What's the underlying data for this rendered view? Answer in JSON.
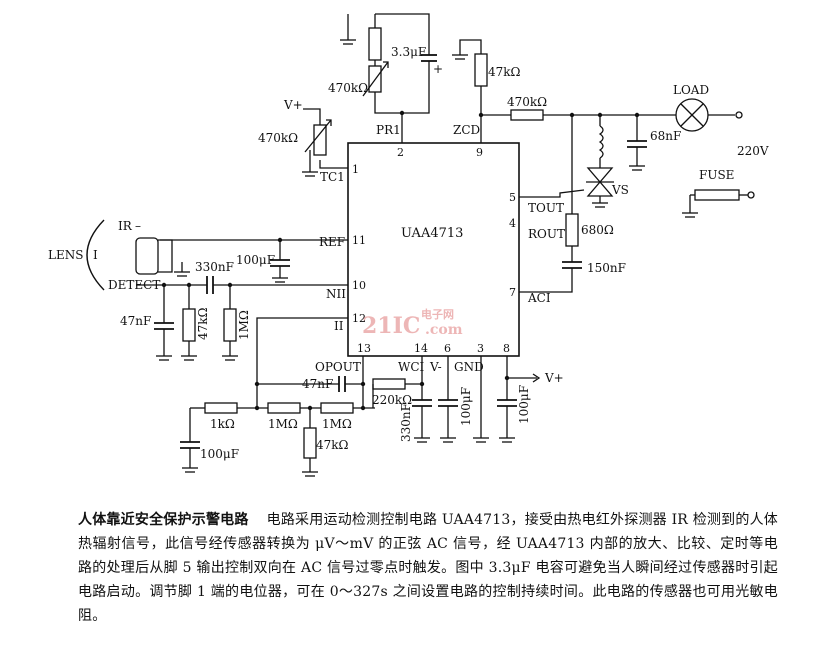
{
  "diagram": {
    "chip_name": "UAA4713",
    "pin_labels": {
      "pr1": "PR1",
      "zcd": "ZCD",
      "tc1": "TC1",
      "ref": "REF",
      "nii": "NII",
      "ii": "II",
      "tout": "TOUT",
      "rout": "ROUT",
      "aci": "ACI",
      "opout": "OPOUT",
      "wci": "WCI",
      "vminus": "V-",
      "gnd": "GND"
    },
    "pin_numbers": {
      "p1": "1",
      "p2": "2",
      "p9": "9",
      "p11": "11",
      "p10": "10",
      "p12": "12",
      "p5": "5",
      "p4": "4",
      "p7": "7",
      "p13": "13",
      "p14": "14",
      "p6": "6",
      "p3": "3",
      "p8": "8"
    },
    "components": {
      "cap_top": "3.3μF",
      "pot_top": "470kΩ",
      "res_zcd": "47kΩ",
      "vplus_top": "V+",
      "pot_tc": "470kΩ",
      "res_series": "470kΩ",
      "load": "LOAD",
      "cap_68": "68nF",
      "mains": "220V",
      "fuse": "FUSE",
      "triac": "VS",
      "res_680": "680Ω",
      "cap_150": "150nF",
      "sensor": "IR",
      "lens": "LENS",
      "detect": "DETECT",
      "cap_ref": "100μF",
      "cap_330": "330nF",
      "cap_47n_left": "47nF",
      "res_47k_left": "47kΩ",
      "res_1m_left": "1MΩ",
      "cap_47n_fb": "47nF",
      "res_1k": "1kΩ",
      "res_1m_a": "1MΩ",
      "res_1m_b": "1MΩ",
      "res_47k_bot": "47kΩ",
      "cap_100_bot": "100μF",
      "res_220k": "220kΩ",
      "cap_330_wci": "330nF",
      "cap_100_vm": "100μF",
      "cap_100_p8": "100μF",
      "vplus_right": "V+"
    },
    "watermark": {
      "main": "21IC",
      "sub": "电子网",
      "com": ".com"
    }
  },
  "caption": {
    "title": "人体靠近安全保护示警电路",
    "body": "电路采用运动检测控制电路 UAA4713，接受由热电红外探测器 IR 检测到的人体热辐射信号，此信号经传感器转换为 μV～mV 的正弦 AC 信号，经 UAA4713 内部的放大、比较、定时等电路的处理后从脚 5 输出控制双向在 AC 信号过零点时触发。图中 3.3μF 电容可避免当人瞬间经过传感器时引起电路启动。调节脚 1 端的电位器，可在 0～327s 之间设置电路的控制持续时间。此电路的传感器也可用光敏电阻。"
  }
}
